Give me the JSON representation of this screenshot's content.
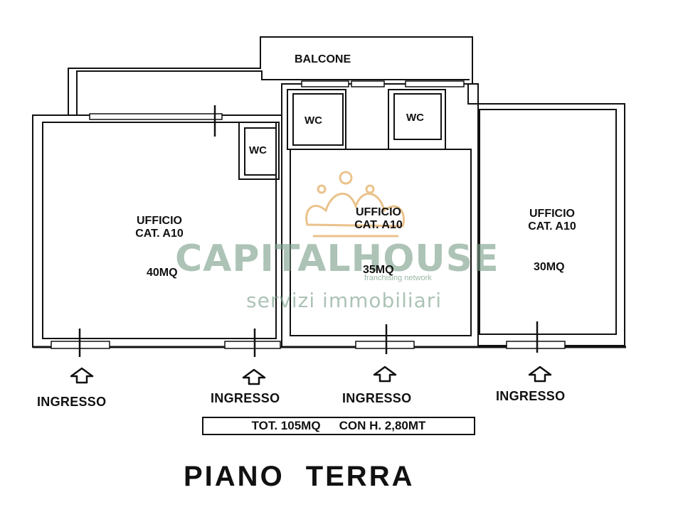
{
  "balcony": {
    "label": "BALCONE"
  },
  "rooms": [
    {
      "title_line1": "UFFICIO",
      "title_line2": "CAT.  A10",
      "area": "40MQ"
    },
    {
      "title_line1": "UFFICIO",
      "title_line2": "CAT.  A10",
      "area": "35MQ"
    },
    {
      "title_line1": "UFFICIO",
      "title_line2": "CAT.  A10",
      "area": "30MQ"
    }
  ],
  "wc_labels": [
    "WC",
    "WC",
    "WC"
  ],
  "entrances": [
    "INGRESSO",
    "INGRESSO",
    "INGRESSO",
    "INGRESSO"
  ],
  "totals": {
    "surface": "TOT. 105MQ",
    "height": "CON H. 2,80MT"
  },
  "floor_title": {
    "word1": "PIANO",
    "word2": "TERRA"
  },
  "watermark": {
    "brand": "CAPITALHOUSE",
    "network": "franchising network",
    "tagline": "servizi immobiliari",
    "color": "#7aa08a",
    "icon": "crown-icon"
  },
  "colors": {
    "walls": "#111111",
    "background": "#ffffff"
  }
}
